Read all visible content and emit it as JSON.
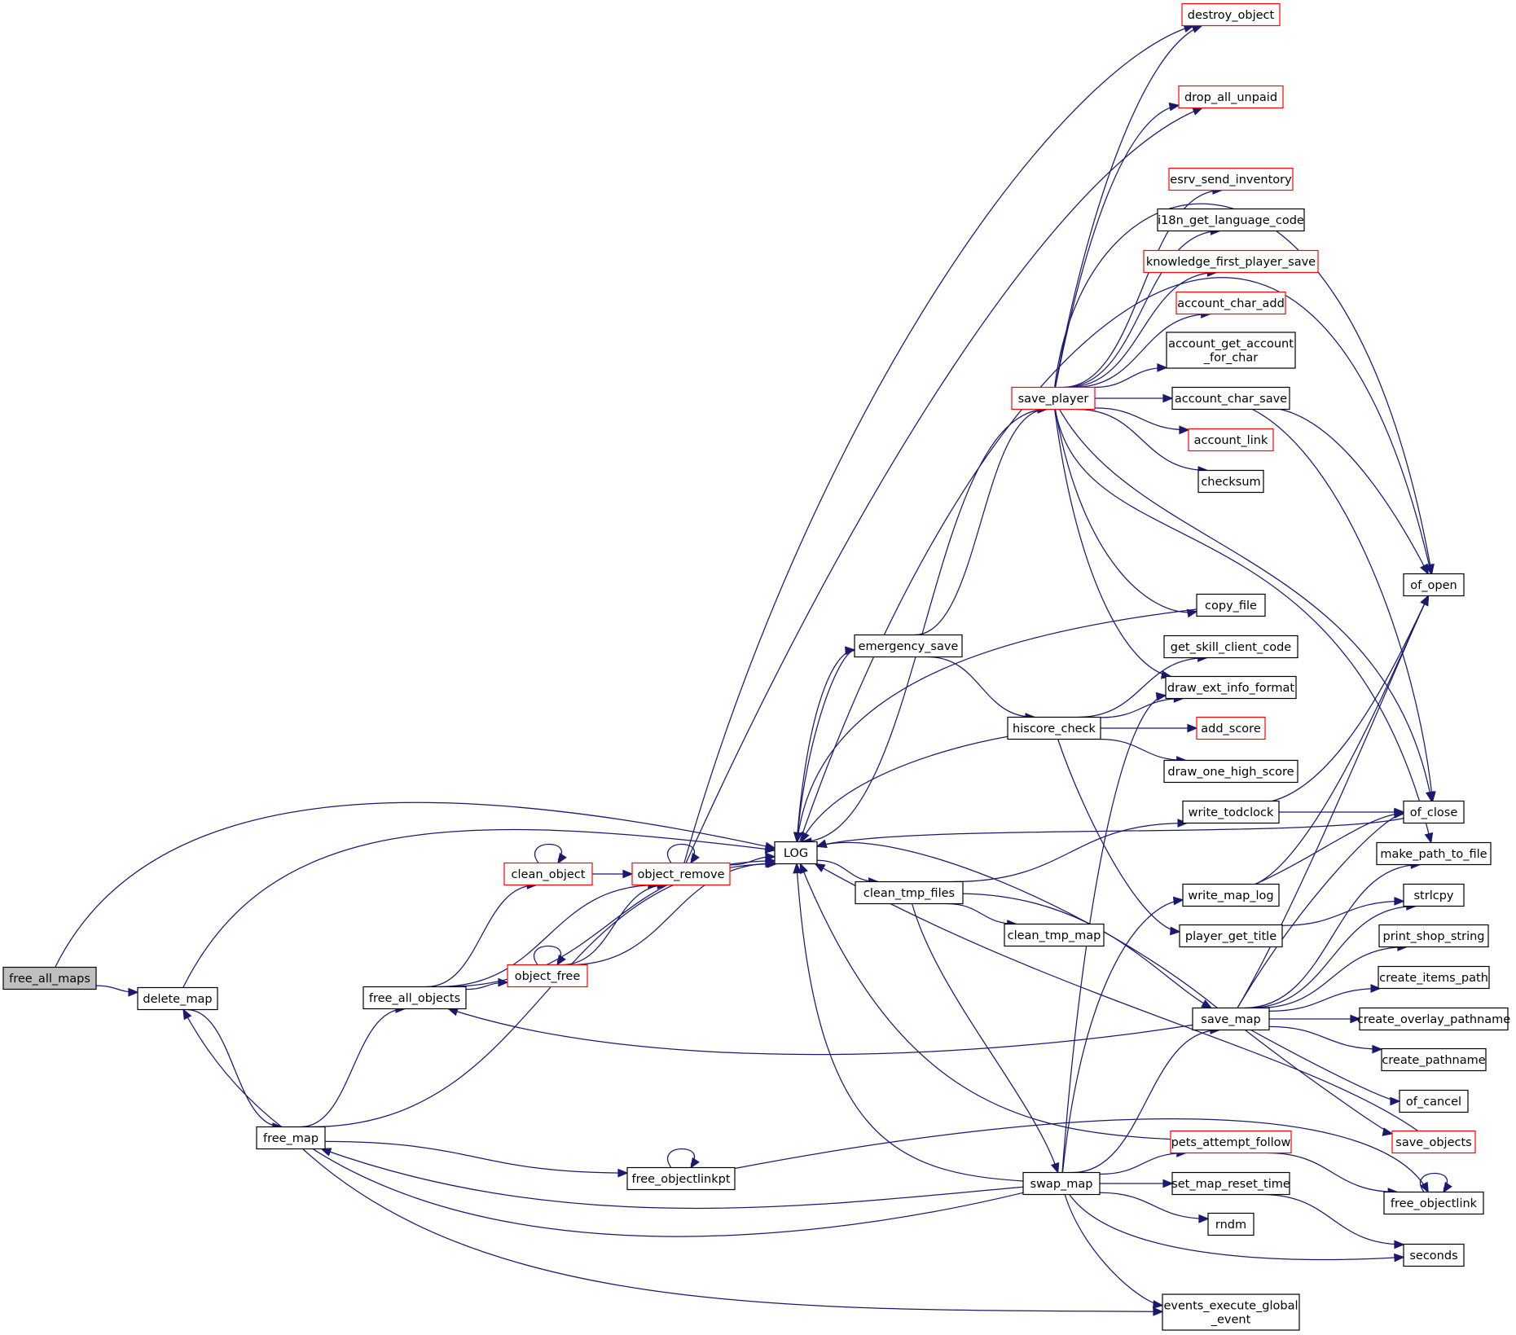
{
  "graph": {
    "type": "call-graph",
    "colors": {
      "edge": "#191970",
      "root_fill": "#bfbfbf",
      "node_fill": "#ffffff",
      "border_default": "#000000",
      "border_truncated": "#ff0000"
    },
    "nodes": [
      {
        "id": "free_all_maps",
        "lines": [
          "free_all_maps"
        ],
        "root": true
      },
      {
        "id": "delete_map",
        "lines": [
          "delete_map"
        ]
      },
      {
        "id": "free_map",
        "lines": [
          "free_map"
        ]
      },
      {
        "id": "free_all_objects",
        "lines": [
          "free_all_objects"
        ]
      },
      {
        "id": "clean_object",
        "lines": [
          "clean_object"
        ],
        "truncated": true
      },
      {
        "id": "object_free",
        "lines": [
          "object_free"
        ],
        "truncated": true
      },
      {
        "id": "object_remove",
        "lines": [
          "object_remove"
        ],
        "truncated": true
      },
      {
        "id": "free_objectlinkpt",
        "lines": [
          "free_objectlinkpt"
        ]
      },
      {
        "id": "LOG",
        "lines": [
          "LOG"
        ]
      },
      {
        "id": "emergency_save",
        "lines": [
          "emergency_save"
        ]
      },
      {
        "id": "clean_tmp_files",
        "lines": [
          "clean_tmp_files"
        ]
      },
      {
        "id": "clean_tmp_map",
        "lines": [
          "clean_tmp_map"
        ]
      },
      {
        "id": "swap_map",
        "lines": [
          "swap_map"
        ]
      },
      {
        "id": "save_player",
        "lines": [
          "save_player"
        ],
        "truncated": true
      },
      {
        "id": "hiscore_check",
        "lines": [
          "hiscore_check"
        ]
      },
      {
        "id": "destroy_object",
        "lines": [
          "destroy_object"
        ],
        "truncated": true
      },
      {
        "id": "drop_all_unpaid",
        "lines": [
          "drop_all_unpaid"
        ],
        "truncated": true
      },
      {
        "id": "esrv_send_inventory",
        "lines": [
          "esrv_send_inventory"
        ],
        "truncated": true
      },
      {
        "id": "i18n_get_language_code",
        "lines": [
          "i18n_get_language_code"
        ]
      },
      {
        "id": "knowledge_first_player_save",
        "lines": [
          "knowledge_first_player_save"
        ],
        "truncated": true
      },
      {
        "id": "account_char_add",
        "lines": [
          "account_char_add"
        ],
        "truncated": true
      },
      {
        "id": "account_get_account_for_char",
        "lines": [
          "account_get_account",
          "_for_char"
        ]
      },
      {
        "id": "account_char_save",
        "lines": [
          "account_char_save"
        ]
      },
      {
        "id": "account_link",
        "lines": [
          "account_link"
        ],
        "truncated": true
      },
      {
        "id": "checksum",
        "lines": [
          "checksum"
        ]
      },
      {
        "id": "copy_file",
        "lines": [
          "copy_file"
        ]
      },
      {
        "id": "get_skill_client_code",
        "lines": [
          "get_skill_client_code"
        ]
      },
      {
        "id": "draw_ext_info_format",
        "lines": [
          "draw_ext_info_format"
        ]
      },
      {
        "id": "add_score",
        "lines": [
          "add_score"
        ],
        "truncated": true
      },
      {
        "id": "draw_one_high_score",
        "lines": [
          "draw_one_high_score"
        ]
      },
      {
        "id": "write_todclock",
        "lines": [
          "write_todclock"
        ]
      },
      {
        "id": "write_map_log",
        "lines": [
          "write_map_log"
        ]
      },
      {
        "id": "player_get_title",
        "lines": [
          "player_get_title"
        ]
      },
      {
        "id": "save_map",
        "lines": [
          "save_map"
        ]
      },
      {
        "id": "pets_attempt_follow",
        "lines": [
          "pets_attempt_follow"
        ],
        "truncated": true
      },
      {
        "id": "set_map_reset_time",
        "lines": [
          "set_map_reset_time"
        ]
      },
      {
        "id": "rndm",
        "lines": [
          "rndm"
        ]
      },
      {
        "id": "events_execute_global_event",
        "lines": [
          "events_execute_global",
          "_event"
        ]
      },
      {
        "id": "of_open",
        "lines": [
          "of_open"
        ]
      },
      {
        "id": "of_close",
        "lines": [
          "of_close"
        ]
      },
      {
        "id": "make_path_to_file",
        "lines": [
          "make_path_to_file"
        ]
      },
      {
        "id": "strlcpy",
        "lines": [
          "strlcpy"
        ]
      },
      {
        "id": "print_shop_string",
        "lines": [
          "print_shop_string"
        ]
      },
      {
        "id": "create_items_path",
        "lines": [
          "create_items_path"
        ]
      },
      {
        "id": "create_overlay_pathname",
        "lines": [
          "create_overlay_pathname"
        ]
      },
      {
        "id": "create_pathname",
        "lines": [
          "create_pathname"
        ]
      },
      {
        "id": "of_cancel",
        "lines": [
          "of_cancel"
        ]
      },
      {
        "id": "save_objects",
        "lines": [
          "save_objects"
        ],
        "truncated": true
      },
      {
        "id": "free_objectlink",
        "lines": [
          "free_objectlink"
        ]
      },
      {
        "id": "seconds",
        "lines": [
          "seconds"
        ]
      }
    ],
    "edges": [
      [
        "free_all_maps",
        "delete_map"
      ],
      [
        "free_all_maps",
        "LOG"
      ],
      [
        "delete_map",
        "LOG"
      ],
      [
        "delete_map",
        "free_map"
      ],
      [
        "free_map",
        "free_all_objects"
      ],
      [
        "free_map",
        "LOG"
      ],
      [
        "free_map",
        "free_objectlinkpt"
      ],
      [
        "free_map",
        "events_execute_global_event"
      ],
      [
        "free_all_objects",
        "clean_object"
      ],
      [
        "free_all_objects",
        "object_remove"
      ],
      [
        "free_all_objects",
        "object_free"
      ],
      [
        "free_all_objects",
        "LOG"
      ],
      [
        "clean_object",
        "clean_object"
      ],
      [
        "clean_object",
        "object_remove"
      ],
      [
        "object_free",
        "object_free"
      ],
      [
        "object_free",
        "object_remove"
      ],
      [
        "object_free",
        "LOG"
      ],
      [
        "object_remove",
        "object_remove"
      ],
      [
        "object_remove",
        "LOG"
      ],
      [
        "object_remove",
        "destroy_object"
      ],
      [
        "object_remove",
        "drop_all_unpaid"
      ],
      [
        "free_objectlinkpt",
        "free_objectlinkpt"
      ],
      [
        "free_objectlinkpt",
        "free_objectlink"
      ],
      [
        "LOG",
        "emergency_save"
      ],
      [
        "LOG",
        "clean_tmp_files"
      ],
      [
        "LOG",
        "of_open"
      ],
      [
        "emergency_save",
        "LOG"
      ],
      [
        "emergency_save",
        "save_player"
      ],
      [
        "emergency_save",
        "hiscore_check"
      ],
      [
        "clean_tmp_files",
        "clean_tmp_map"
      ],
      [
        "clean_tmp_files",
        "swap_map"
      ],
      [
        "clean_tmp_files",
        "write_todclock"
      ],
      [
        "clean_tmp_files",
        "save_map"
      ],
      [
        "save_player",
        "LOG"
      ],
      [
        "save_player",
        "destroy_object"
      ],
      [
        "save_player",
        "drop_all_unpaid"
      ],
      [
        "save_player",
        "esrv_send_inventory"
      ],
      [
        "save_player",
        "i18n_get_language_code"
      ],
      [
        "save_player",
        "knowledge_first_player_save"
      ],
      [
        "save_player",
        "account_char_add"
      ],
      [
        "save_player",
        "account_get_account_for_char"
      ],
      [
        "save_player",
        "account_char_save"
      ],
      [
        "save_player",
        "account_link"
      ],
      [
        "save_player",
        "checksum"
      ],
      [
        "save_player",
        "copy_file"
      ],
      [
        "save_player",
        "draw_ext_info_format"
      ],
      [
        "save_player",
        "of_open"
      ],
      [
        "save_player",
        "of_close"
      ],
      [
        "save_player",
        "make_path_to_file"
      ],
      [
        "hiscore_check",
        "get_skill_client_code"
      ],
      [
        "hiscore_check",
        "draw_ext_info_format"
      ],
      [
        "hiscore_check",
        "add_score"
      ],
      [
        "hiscore_check",
        "draw_one_high_score"
      ],
      [
        "hiscore_check",
        "player_get_title"
      ],
      [
        "hiscore_check",
        "LOG"
      ],
      [
        "account_char_save",
        "of_open"
      ],
      [
        "account_char_save",
        "of_close"
      ],
      [
        "copy_file",
        "LOG"
      ],
      [
        "write_todclock",
        "of_open"
      ],
      [
        "write_todclock",
        "of_close"
      ],
      [
        "write_map_log",
        "of_open"
      ],
      [
        "write_map_log",
        "of_close"
      ],
      [
        "player_get_title",
        "strlcpy"
      ],
      [
        "swap_map",
        "LOG"
      ],
      [
        "swap_map",
        "free_map"
      ],
      [
        "swap_map",
        "delete_map"
      ],
      [
        "swap_map",
        "save_map"
      ],
      [
        "swap_map",
        "write_map_log"
      ],
      [
        "swap_map",
        "draw_ext_info_format"
      ],
      [
        "swap_map",
        "pets_attempt_follow"
      ],
      [
        "swap_map",
        "set_map_reset_time"
      ],
      [
        "swap_map",
        "rndm"
      ],
      [
        "swap_map",
        "seconds"
      ],
      [
        "swap_map",
        "events_execute_global_event"
      ],
      [
        "save_map",
        "LOG"
      ],
      [
        "save_map",
        "free_all_objects"
      ],
      [
        "save_map",
        "of_open"
      ],
      [
        "save_map",
        "of_close"
      ],
      [
        "save_map",
        "make_path_to_file"
      ],
      [
        "save_map",
        "strlcpy"
      ],
      [
        "save_map",
        "print_shop_string"
      ],
      [
        "save_map",
        "create_items_path"
      ],
      [
        "save_map",
        "create_overlay_pathname"
      ],
      [
        "save_map",
        "create_pathname"
      ],
      [
        "save_map",
        "of_cancel"
      ],
      [
        "save_map",
        "save_objects"
      ],
      [
        "pets_attempt_follow",
        "LOG"
      ],
      [
        "pets_attempt_follow",
        "free_objectlink"
      ],
      [
        "set_map_reset_time",
        "seconds"
      ],
      [
        "free_objectlink",
        "free_objectlink"
      ],
      [
        "of_close",
        "LOG"
      ],
      [
        "save_objects",
        "LOG"
      ]
    ]
  }
}
